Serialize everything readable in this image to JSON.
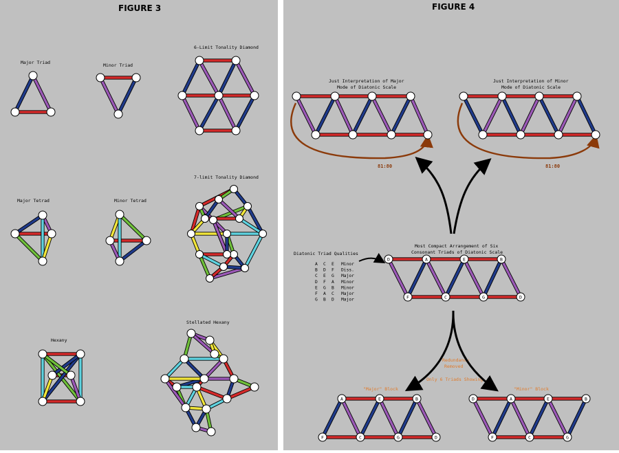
{
  "figures": {
    "fig3": {
      "title": "FIGURE 3",
      "captions": {
        "major_triad": "Major Triad",
        "minor_triad": "Minor Triad",
        "six_limit": "6-Limit Tonality Diamond",
        "major_tetrad": "Major Tetrad",
        "minor_tetrad": "Minor Tetrad",
        "seven_limit": "7-limit Tonality Diamond",
        "hexany": "Hexany",
        "stellated_hexany": "Stellated Hexany"
      }
    },
    "fig4": {
      "title": "FIGURE 4",
      "just_major": [
        "Just Interpretation of Major",
        "Mode of Diatonic Scale"
      ],
      "just_minor": [
        "Just Interpretation of Minor",
        "Mode of Diatonic Scale"
      ],
      "ratio_major": "81:80",
      "ratio_minor": "81:80",
      "compact": [
        "Most Compact Arrangement of Six",
        "Consonant Triads of Diatonic Scale"
      ],
      "qualities_title": "Diatonic Triad Qualities",
      "qualities": [
        [
          "A",
          "C",
          "E",
          "Minor"
        ],
        [
          "B",
          "D",
          "F",
          "Diss."
        ],
        [
          "C",
          "E",
          "G",
          "Major"
        ],
        [
          "D",
          "F",
          "A",
          "Minor"
        ],
        [
          "E",
          "G",
          "B",
          "Minor"
        ],
        [
          "F",
          "A",
          "C",
          "Major"
        ],
        [
          "G",
          "B",
          "D",
          "Major"
        ]
      ],
      "redundancy": [
        "Redundancy",
        "Removed"
      ],
      "only6": "Only 6 Triads Showing",
      "major_block": "\"Major\" Block",
      "minor_block": "\"Minor\" Block",
      "compact_top": [
        "D",
        "A",
        "E",
        "B"
      ],
      "compact_bottom": [
        "F",
        "C",
        "G",
        "D"
      ],
      "major_top": [
        "A",
        "E",
        "B"
      ],
      "major_bottom": [
        "F",
        "C",
        "G",
        "D"
      ],
      "minor_top": [
        "D",
        "A",
        "E",
        "B"
      ],
      "minor_bottom": [
        "F",
        "C",
        "G"
      ]
    }
  },
  "colors": {
    "panel": "#c0c0c0",
    "red": "#d42a2a",
    "blue": "#1f3a8a",
    "purple": "#9b59b6",
    "green": "#6fbf3a",
    "yellow": "#f2e63a",
    "cyan": "#5fd3e0",
    "brown": "#8b3a0a"
  }
}
